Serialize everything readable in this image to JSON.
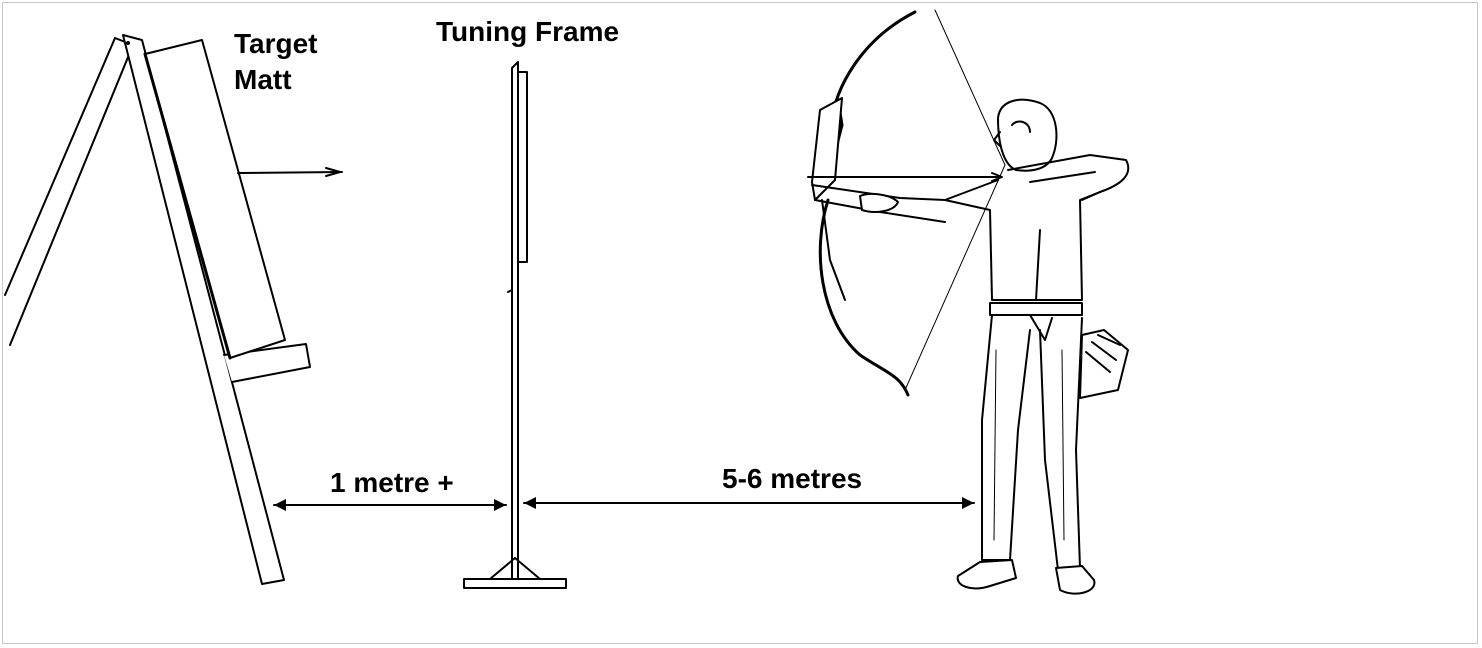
{
  "labels": {
    "target_matt_line1": "Target",
    "target_matt_line2": "Matt",
    "tuning_frame": "Tuning Frame",
    "distance_near": "1 metre +",
    "distance_far": "5-6 metres"
  },
  "colors": {
    "line": "#000000",
    "background": "#ffffff",
    "frame": "#c8c8c8"
  }
}
